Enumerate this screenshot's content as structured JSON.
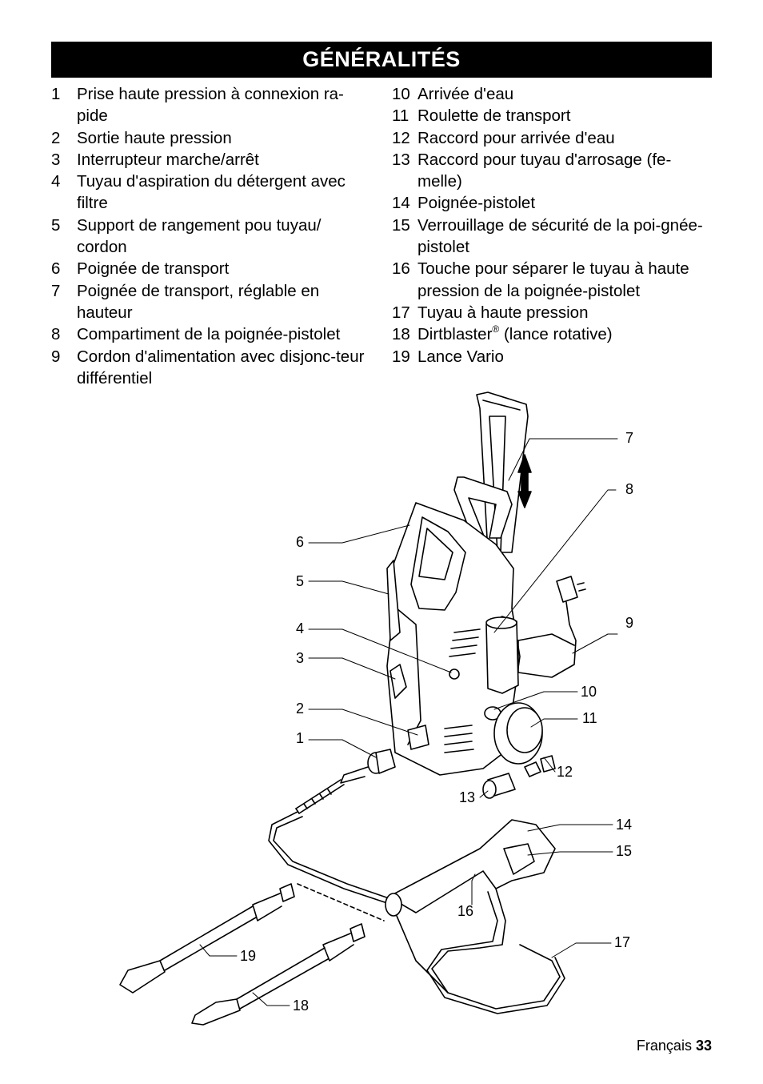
{
  "header": {
    "title": "GÉNÉRALITÉS"
  },
  "left_items": [
    {
      "num": "1",
      "text": "Prise haute pression à connexion ra-pide"
    },
    {
      "num": "2",
      "text": "Sortie haute pression"
    },
    {
      "num": "3",
      "text": "Interrupteur marche/arrêt"
    },
    {
      "num": "4",
      "text": "Tuyau d'aspiration du détergent avec filtre"
    },
    {
      "num": "5",
      "text": "Support de rangement pou tuyau/ cordon"
    },
    {
      "num": "6",
      "text": "Poignée de transport"
    },
    {
      "num": "7",
      "text": "Poignée de transport, réglable en hauteur"
    },
    {
      "num": "8",
      "text": "Compartiment de la poignée-pistolet"
    },
    {
      "num": "9",
      "text": "Cordon d'alimentation avec disjonc-teur différentiel"
    }
  ],
  "right_items": [
    {
      "num": "10",
      "text": "Arrivée d'eau"
    },
    {
      "num": "11",
      "text": "Roulette de transport"
    },
    {
      "num": "12",
      "text": "Raccord pour arrivée d'eau"
    },
    {
      "num": "13",
      "text": "Raccord pour tuyau d'arrosage (fe-melle)"
    },
    {
      "num": "14",
      "text": "Poignée-pistolet"
    },
    {
      "num": "15",
      "text": "Verrouillage de sécurité de la poi-gnée-pistolet"
    },
    {
      "num": "16",
      "text": "Touche pour séparer le tuyau à haute pression de la poignée-pistolet"
    },
    {
      "num": "17",
      "text": "Tuyau à haute pression"
    },
    {
      "num": "18",
      "text_before": "Dirtblaster",
      "sup": "®",
      "text_after": " (lance rotative)"
    },
    {
      "num": "19",
      "text": "Lance Vario"
    }
  ],
  "callouts": [
    "1",
    "2",
    "3",
    "4",
    "5",
    "6",
    "7",
    "8",
    "9",
    "10",
    "11",
    "12",
    "13",
    "14",
    "15",
    "16",
    "17",
    "18",
    "19"
  ],
  "footer": {
    "language": "Français",
    "page": "33"
  }
}
